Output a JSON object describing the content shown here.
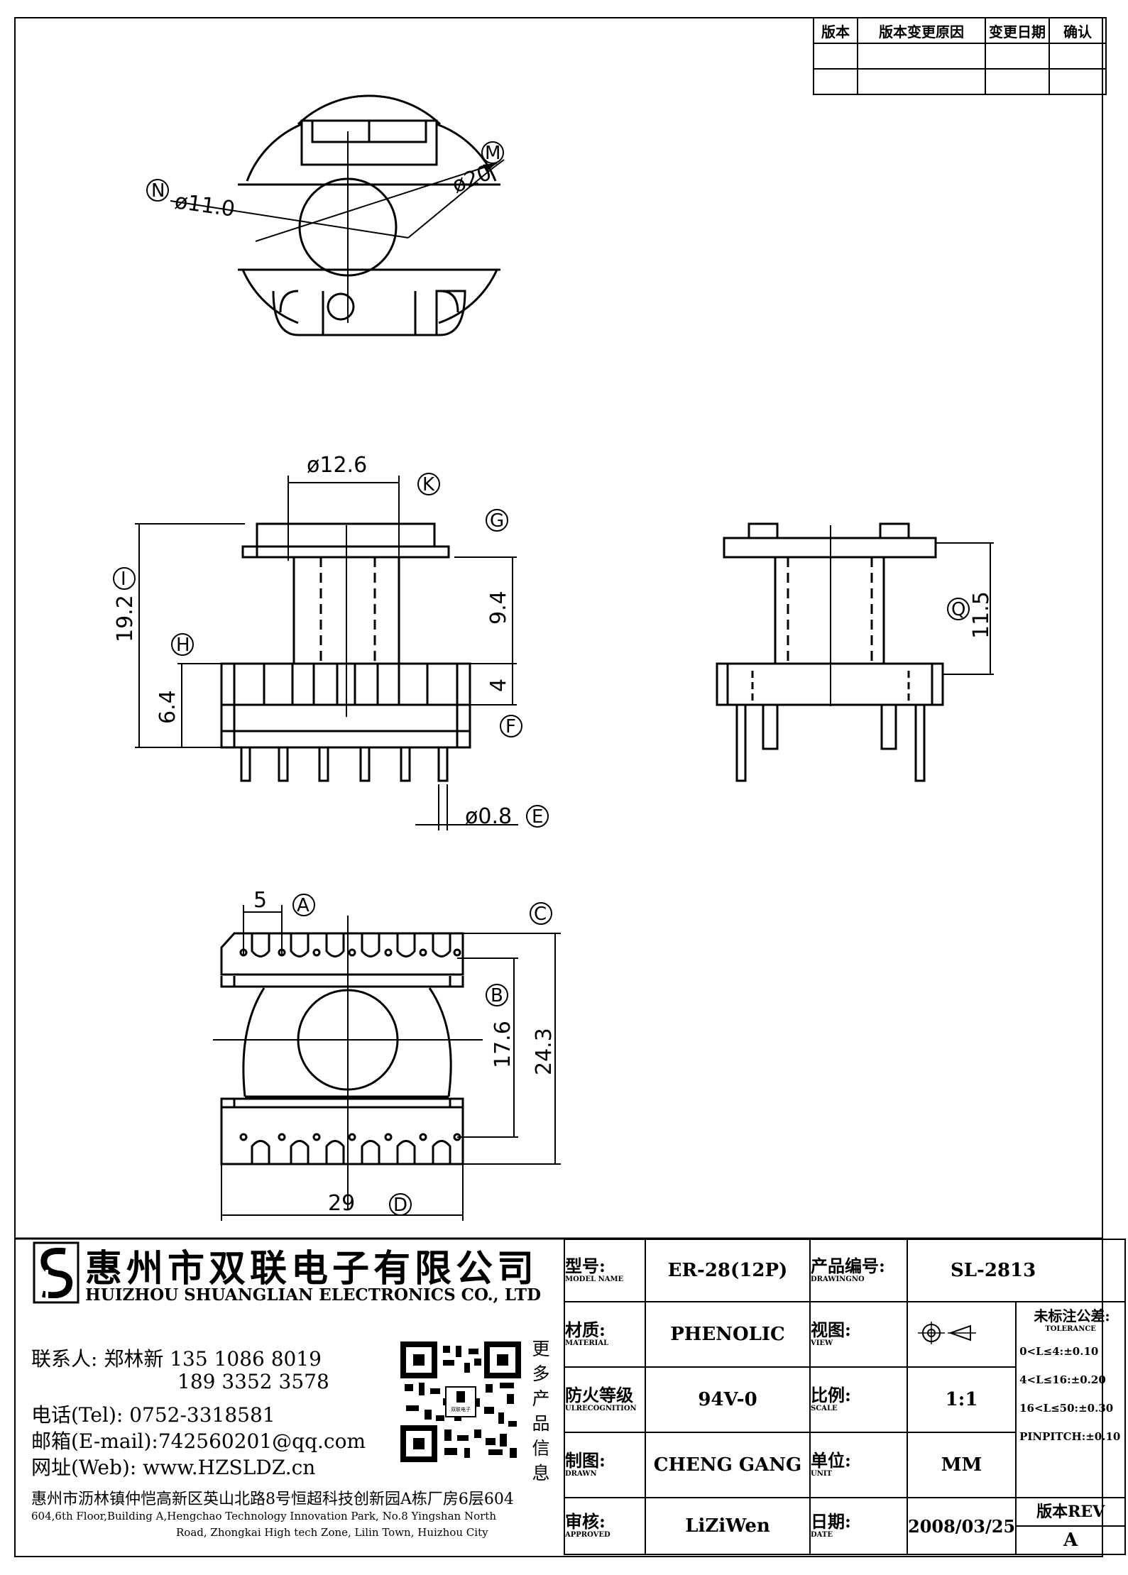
{
  "revision_table": {
    "headers": [
      "版本",
      "版本变更原因",
      "变更日期",
      "确认"
    ]
  },
  "views": {
    "top": {
      "balloons": [
        "N",
        "M"
      ],
      "dims": [
        "ø11.0",
        "ø20"
      ]
    },
    "front": {
      "balloons": [
        "K",
        "G",
        "I",
        "H",
        "F",
        "E"
      ],
      "dims": [
        "ø12.6",
        "19.2",
        "9.4",
        "6.4",
        "4",
        "ø0.8"
      ]
    },
    "side": {
      "balloons": [
        "Q"
      ],
      "dims": [
        "11.5"
      ]
    },
    "bottom": {
      "balloons": [
        "A",
        "C",
        "B",
        "D"
      ],
      "dims": [
        "5",
        "17.6",
        "24.3",
        "29"
      ]
    }
  },
  "company": {
    "name_cn": "惠州市双联电子有限公司",
    "name_en": "HUIZHOU SHUANGLIAN ELECTRONICS CO., LTD",
    "contact": "联系人: 郑林新  135 1086 8019",
    "contact2": "189 3352 3578",
    "tel": "电话(Tel): 0752-3318581",
    "email": "邮箱(E-mail):742560201@qq.com",
    "web": "网址(Web): www.HZSLDZ.cn",
    "address_cn": "惠州市沥林镇仲恺高新区英山北路8号恒超科技创新园A栋厂房6层604",
    "address_en1": "604,6th Floor,Building A,Hengchao Technology Innovation Park, No.8 Yingshan North",
    "address_en2": "Road, Zhongkai High tech Zone, Lilin Town, Huizhou City",
    "qr_caption": [
      "更",
      "多",
      "产",
      "品",
      "信",
      "息"
    ],
    "qr_center": "双联电子"
  },
  "title_block": {
    "model_label": "型号:",
    "model_label_en": "MODEL NAME",
    "model": "ER-28(12P)",
    "drawing_label": "产品编号:",
    "drawing_label_en": "DRAWINGNO",
    "drawing": "SL-2813",
    "material_label": "材质:",
    "material_label_en": "MATERIAL",
    "material": "PHENOLIC",
    "view_label": "视图:",
    "view_label_en": "VIEW",
    "tolerance_label": "未标注公差:",
    "tolerance_label_en": "TOLERANCE",
    "tolerances": [
      "0<L≤4:±0.10",
      "4<L≤16:±0.20",
      "16<L≤50:±0.30",
      "PINPITCH:±0.10"
    ],
    "fire_label": "防火等级",
    "fire_label_en": "ULRECOGNITION",
    "fire": "94V-0",
    "scale_label": "比例:",
    "scale_label_en": "SCALE",
    "scale": "1:1",
    "drawn_label": "制图:",
    "drawn_label_en": "DRAWN",
    "drawn": "CHENG GANG",
    "unit_label": "单位:",
    "unit_label_en": "UNIT",
    "unit": "MM",
    "approved_label": "审核:",
    "approved_label_en": "APPROVED",
    "approved": "LiZiWen",
    "date_label": "日期:",
    "date_label_en": "DATE",
    "date": "2008/03/25",
    "rev_label": "版本REV",
    "rev": "A"
  }
}
